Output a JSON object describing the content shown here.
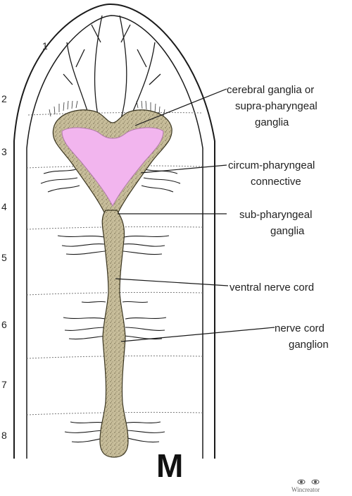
{
  "segments": [
    "1",
    "2",
    "3",
    "4",
    "5",
    "6",
    "7",
    "8"
  ],
  "labels": {
    "cerebral": [
      "cerebral ganglia or",
      "supra-pharyngeal",
      "ganglia"
    ],
    "circum": [
      "circum-pharyngeal",
      "connective"
    ],
    "sub": [
      "sub-pharyngeal",
      "ganglia"
    ],
    "ventral": [
      "ventral nerve cord"
    ],
    "ganglion": [
      "nerve cord",
      "ganglion"
    ]
  },
  "badge": "M",
  "watermark": "Wincreator",
  "colors": {
    "nerve_tissue": "#c7bd9a",
    "pharynx": "#f2b5ee",
    "outline": "#1a1a1a"
  }
}
